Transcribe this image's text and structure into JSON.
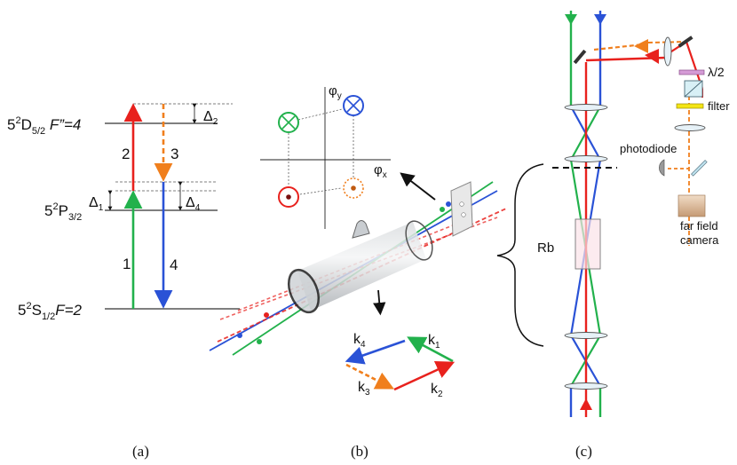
{
  "panels": {
    "a": "(a)",
    "b": "(b)",
    "c": "(c)"
  },
  "levels": {
    "S": {
      "main": "5",
      "sup": "2",
      "letter": "S",
      "sub": "1/2",
      "tail": "F=2"
    },
    "P": {
      "main": "5",
      "sup": "2",
      "letter": "P",
      "sub": "3/2"
    },
    "D": {
      "main": "5",
      "sup": "2",
      "letter": "D",
      "sub": "5/2",
      "tail": " F”=4"
    }
  },
  "transitions": {
    "t1": "1",
    "t2": "2",
    "t3": "3",
    "t4": "4"
  },
  "detunings": {
    "d1": {
      "sym": "Δ",
      "sub": "1"
    },
    "d2": {
      "sym": "Δ",
      "sub": "2"
    },
    "d4": {
      "sym": "Δ",
      "sub": "4"
    }
  },
  "axes": {
    "phix": {
      "sym": "φ",
      "sub": "x"
    },
    "phiy": {
      "sym": "φ",
      "sub": "y"
    }
  },
  "wavevectors": {
    "k1": {
      "sym": "k",
      "sub": "1"
    },
    "k2": {
      "sym": "k",
      "sub": "2"
    },
    "k3": {
      "sym": "k",
      "sub": "3"
    },
    "k4": {
      "sym": "k",
      "sub": "4"
    }
  },
  "setup": {
    "rb": "Rb",
    "halfwave": "λ/2",
    "filter": "filter",
    "photodiode": "photodiode",
    "camera_line1": "far field",
    "camera_line2": "camera"
  },
  "colors": {
    "green": "#22b14c",
    "red": "#e8211d",
    "blue": "#2a52d6",
    "orange": "#f07f1d",
    "gray": "#555555"
  }
}
